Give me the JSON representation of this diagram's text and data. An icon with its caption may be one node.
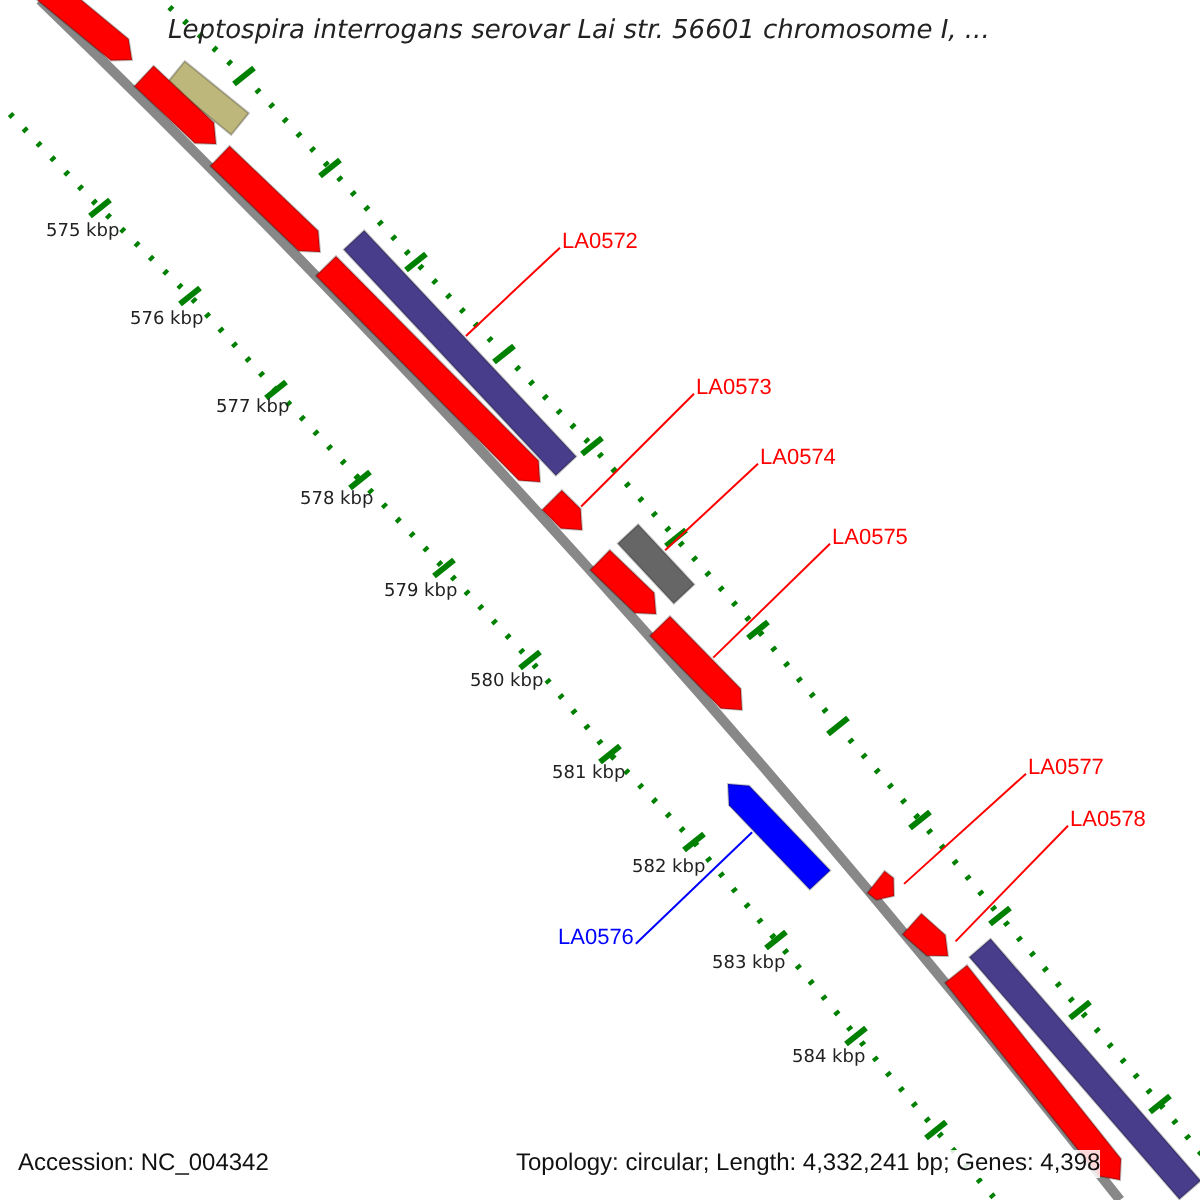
{
  "diagram": {
    "title": "Leptospira interrogans serovar Lai str. 56601 chromosome I, ...",
    "nodes": [
      {
        "text": [
          "LA0572"
        ]
      },
      {
        "text": [
          "LA0573"
        ]
      },
      {
        "text": [
          "LA0574"
        ]
      },
      {
        "text": [
          "LA0575"
        ]
      },
      {
        "text": [
          "LA0577"
        ]
      },
      {
        "text": [
          "LA0578"
        ]
      },
      {
        "text": [
          "LA0576"
        ]
      },
      {
        "text": [],
        "shape": "pentagon"
      },
      {
        "text": [],
        "shape": "bar"
      },
      {
        "text": [],
        "shape": "pentagon"
      },
      {
        "text": [],
        "shape": "pentagon"
      },
      {
        "text": [],
        "shape": "bar"
      },
      {
        "text": [],
        "shape": "pentagon"
      },
      {
        "text": [],
        "shape": "pentagon"
      },
      {
        "text": [],
        "shape": "bar"
      },
      {
        "text": [],
        "shape": "pentagon"
      },
      {
        "text": [],
        "shape": "pentagon"
      },
      {
        "text": [],
        "shape": "pentagon"
      },
      {
        "text": [],
        "shape": "pentagon"
      },
      {
        "text": [],
        "shape": "pentagon"
      },
      {
        "text": [],
        "shape": "bar"
      },
      {
        "text": [],
        "shape": "pentagon"
      }
    ],
    "edges": [
      {
        "from": 0,
        "to": 11,
        "arrow": "none"
      },
      {
        "from": 1,
        "to": 13,
        "arrow": "none"
      },
      {
        "from": 2,
        "to": 14,
        "arrow": "none"
      },
      {
        "from": 3,
        "to": 16,
        "arrow": "none"
      },
      {
        "from": 4,
        "to": 18,
        "arrow": "none"
      },
      {
        "from": 5,
        "to": 19,
        "arrow": "none"
      },
      {
        "from": 6,
        "to": 17,
        "arrow": "none",
        "color": "#0000ff"
      }
    ],
    "labels": [
      "575 kbp",
      "576 kbp",
      "577 kbp",
      "578 kbp",
      "579 kbp",
      "580 kbp",
      "581 kbp",
      "582 kbp",
      "583 kbp",
      "584 kbp",
      "Accession: NC_004342",
      "Topology: circular; Length: 4,332,241 bp; Genes: 4,398"
    ]
  }
}
